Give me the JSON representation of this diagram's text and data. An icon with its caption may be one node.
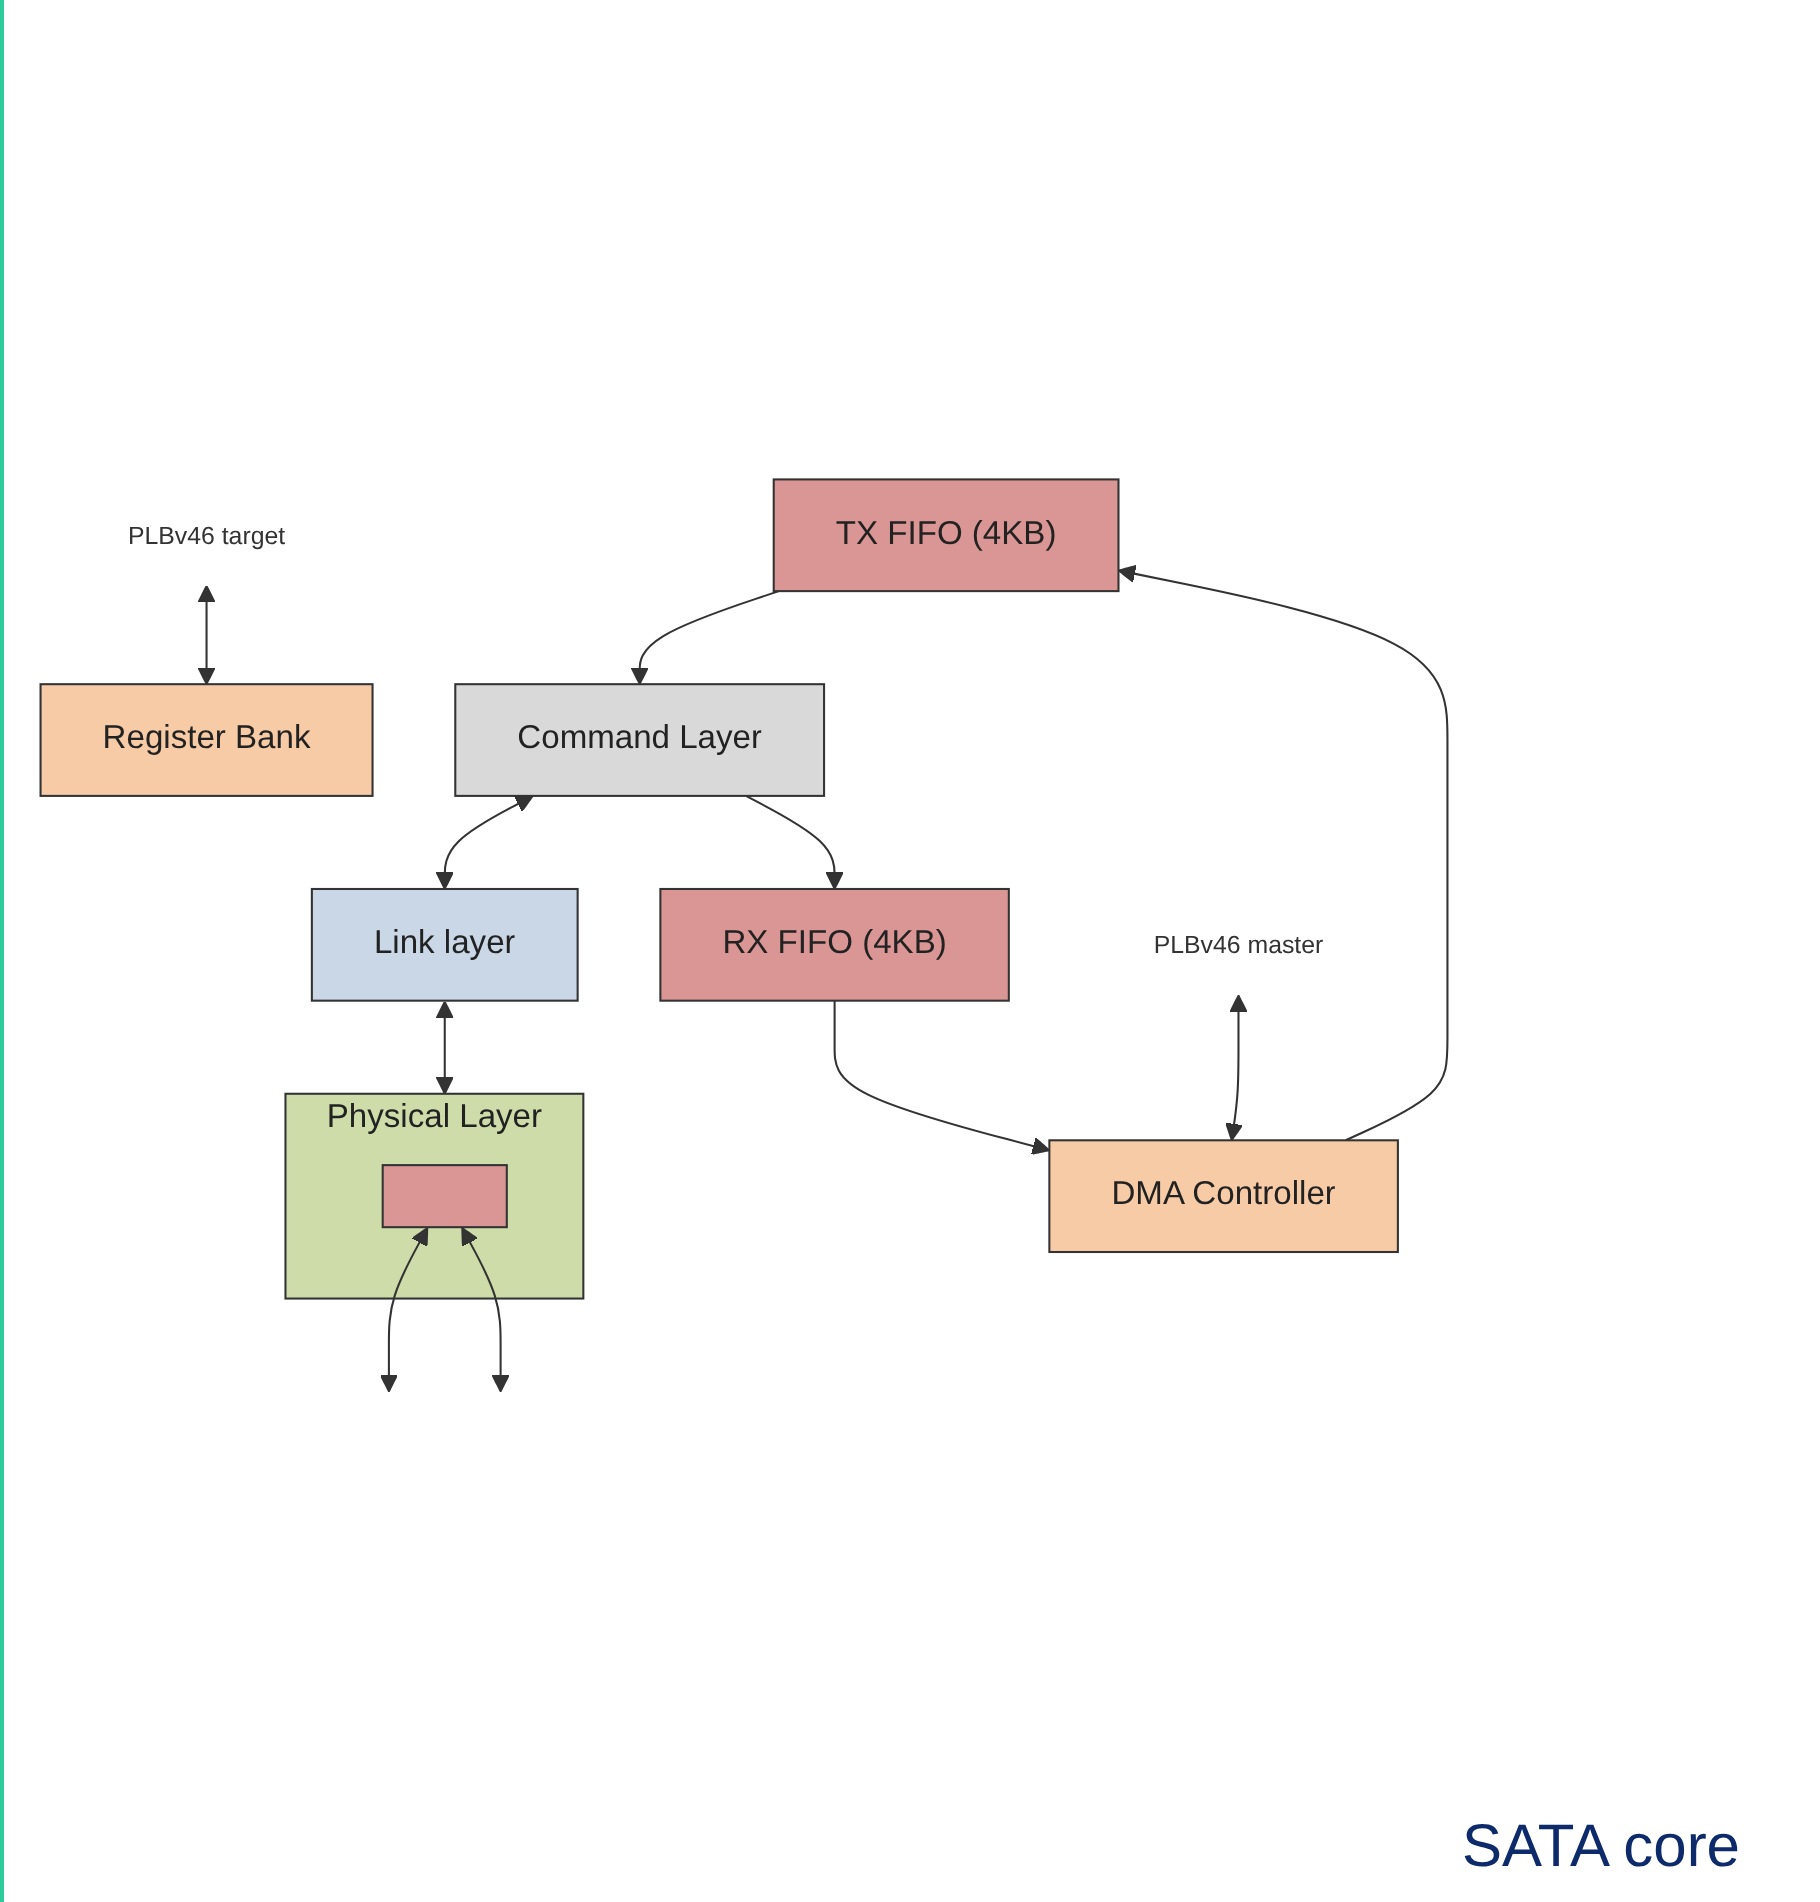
{
  "diagram": {
    "caption": "SATA core",
    "nodes": [
      {
        "text": [
          "PLBv46 target"
        ]
      },
      {
        "text": [
          "Register Bank"
        ]
      },
      {
        "text": [
          "TX FIFO (4KB)"
        ]
      },
      {
        "text": [
          "RX FIFO (4KB)"
        ]
      },
      {
        "text": [
          "PLBv46 master"
        ]
      },
      {
        "text": [
          "DMA Controller"
        ]
      },
      {
        "text": [
          "Command Layer"
        ]
      },
      {
        "text": [
          "Link layer"
        ]
      },
      {
        "text": [
          "Physical Layer"
        ]
      },
      {
        "text": [],
        "shape": "box",
        "in": 8
      }
    ],
    "edges": [
      {
        "from": 0,
        "to": 1,
        "arrow": "both"
      },
      {
        "from": 5,
        "to": 2,
        "arrow": "to"
      },
      {
        "from": 3,
        "to": 5,
        "arrow": "to"
      },
      {
        "from": 4,
        "to": 5,
        "arrow": "both"
      },
      {
        "from": 2,
        "to": 6,
        "arrow": "to"
      },
      {
        "from": 6,
        "to": 3,
        "arrow": "to"
      },
      {
        "from": 6,
        "to": 7,
        "arrow": "both"
      },
      {
        "from": 7,
        "to": 8,
        "arrow": "both"
      },
      {
        "from": 9,
        "to": null,
        "arrow": "both"
      },
      {
        "from": 9,
        "to": null,
        "arrow": "both"
      }
    ]
  }
}
